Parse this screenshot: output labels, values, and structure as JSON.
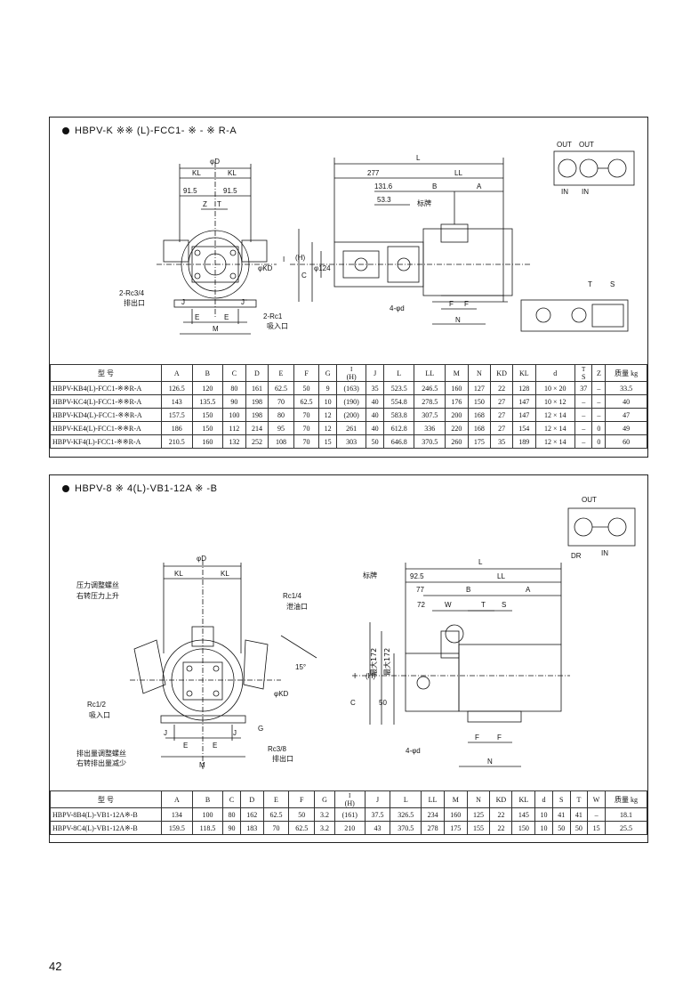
{
  "page_number": "42",
  "section1": {
    "title": "HBPV-K ※※ (L)-FCC1- ※ - ※ R-A",
    "circuit_labels": [
      "OUT",
      "OUT",
      "IN",
      "IN"
    ],
    "labels": {
      "phiD": "φD",
      "KL": "KL",
      "d915a": "91.5",
      "d915b": "91.5",
      "Z": "Z",
      "T": "T",
      "L": "L",
      "d277": "277",
      "LL": "LL",
      "d1316": "131.6",
      "B": "B",
      "A": "A",
      "d533": "53.3",
      "nameplate": "标牌",
      "H": "(H)",
      "I": "I",
      "C": "C",
      "phi124": "φ124",
      "phiKD": "φKD",
      "rc34": "2-Rc3/4",
      "discharge": "排出口",
      "rc1": "2-Rc1",
      "suction": "吸入口",
      "J": "J",
      "E": "E",
      "M": "M",
      "fourphid": "4-φd",
      "F": "F",
      "N": "N",
      "S": "S"
    },
    "table": {
      "headers": [
        "型 号",
        "A",
        "B",
        "C",
        "D",
        "E",
        "F",
        "G",
        "(H)",
        "J",
        "L",
        "LL",
        "M",
        "N",
        "KD",
        "KL",
        "d",
        "S",
        "Z",
        "质量 kg"
      ],
      "h_top": "I",
      "t_top": "T",
      "rows": [
        [
          "HBPV-KB4(L)-FCC1-※※R-A",
          "126.5",
          "120",
          "80",
          "161",
          "62.5",
          "50",
          "9",
          "(163)",
          "35",
          "523.5",
          "246.5",
          "160",
          "127",
          "22",
          "128",
          "10 × 20",
          "37",
          "–",
          "33.5"
        ],
        [
          "HBPV-KC4(L)-FCC1-※※R-A",
          "143",
          "135.5",
          "90",
          "198",
          "70",
          "62.5",
          "10",
          "(190)",
          "40",
          "554.8",
          "278.5",
          "176",
          "150",
          "27",
          "147",
          "10 × 12",
          "–",
          "–",
          "40"
        ],
        [
          "HBPV-KD4(L)-FCC1-※※R-A",
          "157.5",
          "150",
          "100",
          "198",
          "80",
          "70",
          "12",
          "(200)",
          "40",
          "583.8",
          "307.5",
          "200",
          "168",
          "27",
          "147",
          "12 × 14",
          "–",
          "–",
          "47"
        ],
        [
          "HBPV-KE4(L)-FCC1-※※R-A",
          "186",
          "150",
          "112",
          "214",
          "95",
          "70",
          "12",
          "261",
          "40",
          "612.8",
          "336",
          "220",
          "168",
          "27",
          "154",
          "12 × 14",
          "–",
          "0",
          "49"
        ],
        [
          "HBPV-KF4(L)-FCC1-※※R-A",
          "210.5",
          "160",
          "132",
          "252",
          "108",
          "70",
          "15",
          "303",
          "50",
          "646.8",
          "370.5",
          "260",
          "175",
          "35",
          "189",
          "12 × 14",
          "–",
          "0",
          "60"
        ]
      ]
    }
  },
  "section2": {
    "title": "HBPV-8 ※ 4(L)-VB1-12A ※ -B",
    "circuit_labels": [
      "OUT",
      "IN",
      "DR"
    ],
    "labels": {
      "phiD": "φD",
      "KL1": "KL",
      "KL2": "KL",
      "pressure_screw": "压力调整螺丝",
      "pressure_up": "右转压力上升",
      "rc14": "Rc1/4",
      "drain": "泄油口",
      "deg15": "15°",
      "phiKD": "φKD",
      "rc12": "Rc1/2",
      "suction": "吸入口",
      "flow_screw": "排出量调整螺丝",
      "flow_down": "右转排出量减少",
      "rc38": "Rc3/8",
      "discharge": "排出口",
      "J": "J",
      "E": "E",
      "M": "M",
      "G": "G",
      "nameplate": "标牌",
      "L": "L",
      "d925": "92.5",
      "LL": "LL",
      "d77": "77",
      "B": "B",
      "A": "A",
      "d72": "72",
      "W": "W",
      "T": "T",
      "S": "S",
      "max172a": "最大172",
      "max172b": "最大172",
      "H": "(H)",
      "I": "I",
      "C": "C",
      "d50": "50",
      "fourphid": "4-φd",
      "F": "F",
      "N": "N"
    },
    "table": {
      "headers": [
        "型 号",
        "A",
        "B",
        "C",
        "D",
        "E",
        "F",
        "G",
        "(H)",
        "J",
        "L",
        "LL",
        "M",
        "N",
        "KD",
        "KL",
        "d",
        "S",
        "T",
        "W",
        "质量 kg"
      ],
      "h_top": "I",
      "rows": [
        [
          "HBPV-8B4(L)-VB1-12A※-B",
          "134",
          "100",
          "80",
          "162",
          "62.5",
          "50",
          "3.2",
          "(161)",
          "37.5",
          "326.5",
          "234",
          "160",
          "125",
          "22",
          "145",
          "10",
          "41",
          "41",
          "–",
          "18.1"
        ],
        [
          "HBPV-8C4(L)-VB1-12A※-B",
          "159.5",
          "118.5",
          "90",
          "183",
          "70",
          "62.5",
          "3.2",
          "210",
          "43",
          "370.5",
          "278",
          "175",
          "155",
          "22",
          "150",
          "10",
          "50",
          "50",
          "15",
          "25.5"
        ]
      ]
    }
  }
}
